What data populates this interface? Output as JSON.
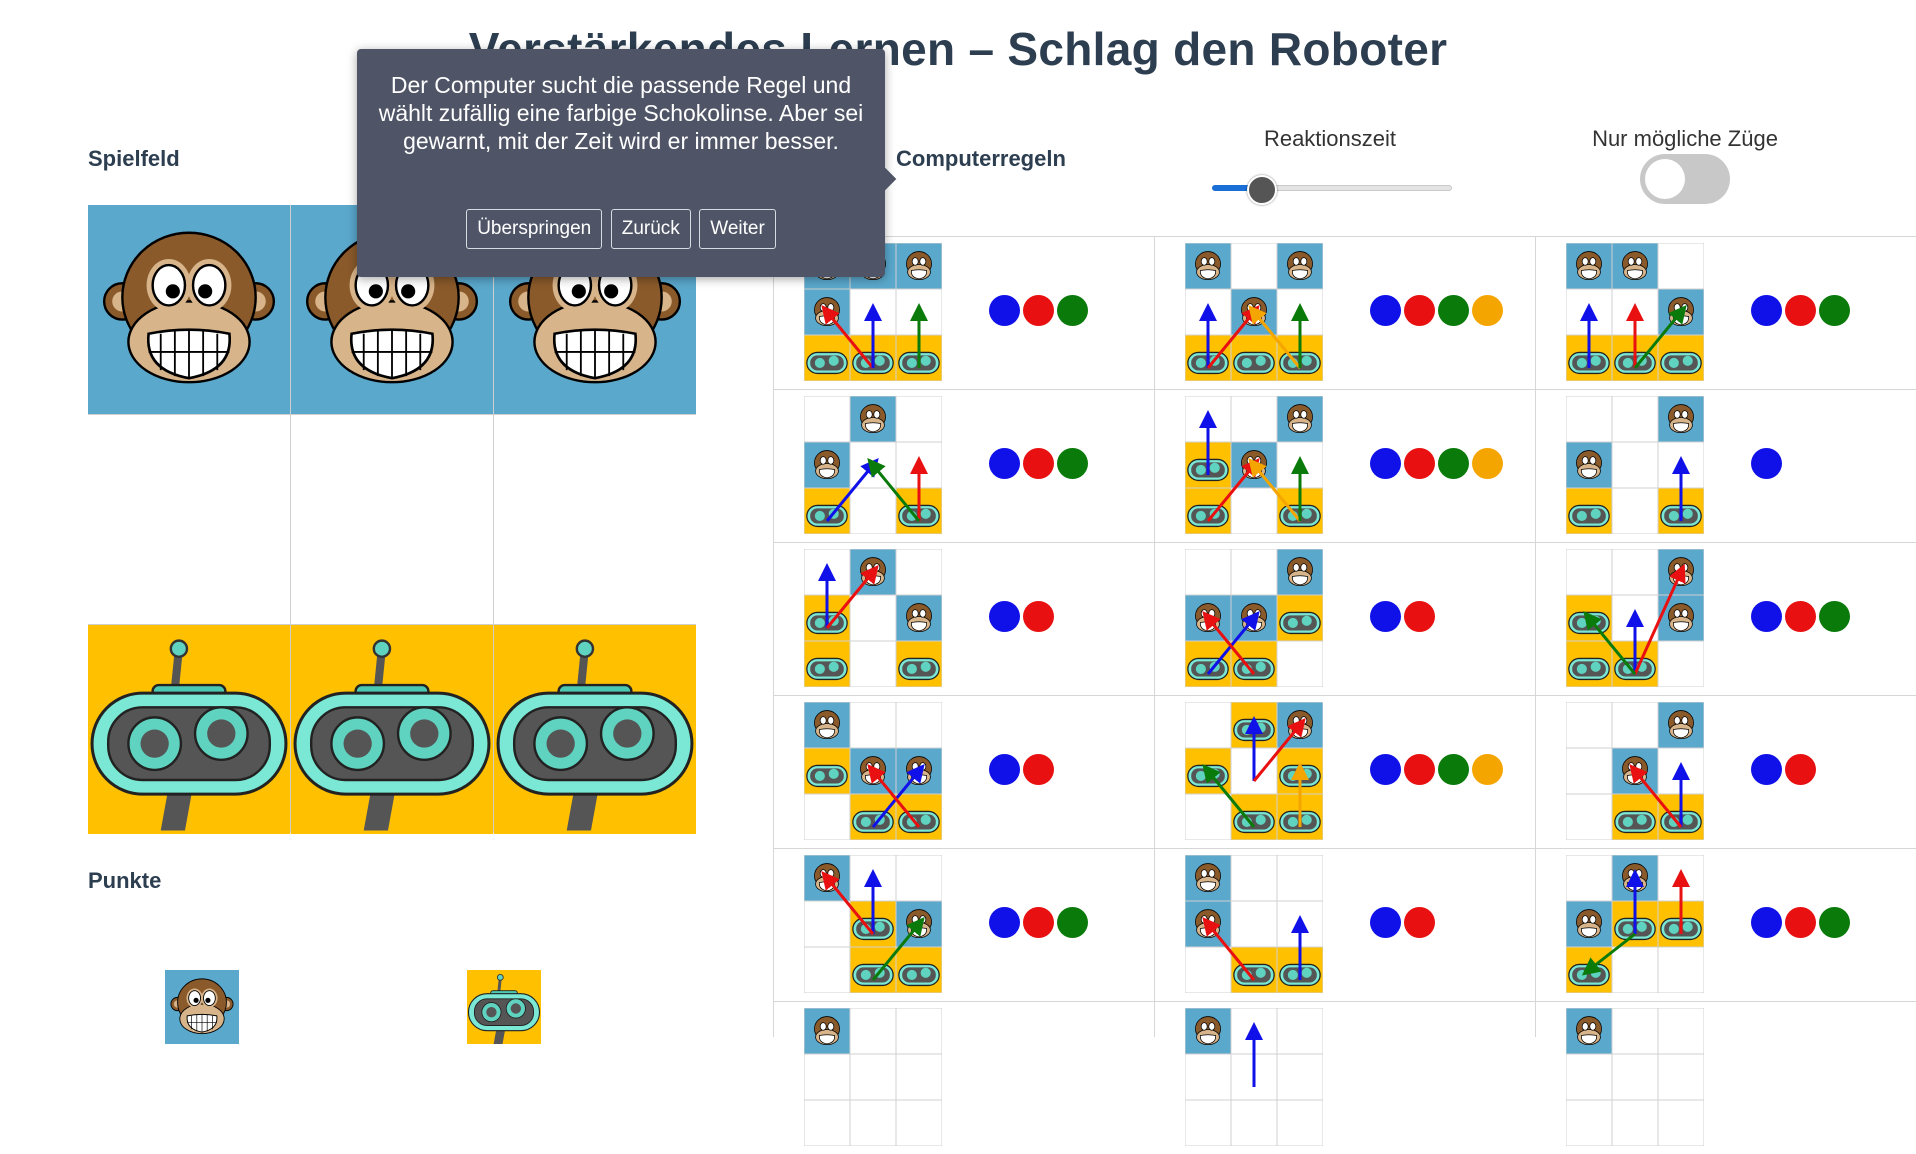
{
  "page": {
    "title": "Verstärkendes Lernen – Schlag den Roboter"
  },
  "sections": {
    "board": "Spielfeld",
    "score": "Punkte",
    "rules": "Computerregeln"
  },
  "controls": {
    "reaction_label": "Reaktionszeit",
    "reaction_value": 0.2,
    "toggle_label": "Nur mögliche Züge",
    "toggle_on": false
  },
  "tour": {
    "text": "Der Computer sucht die passende Regel und wählt zufällig eine farbige Schokolinse. Aber sei gewarnt, mit der Zeit wird er immer besser.",
    "buttons": {
      "skip": "Überspringen",
      "back": "Zurück",
      "next": "Weiter"
    }
  },
  "board": [
    [
      "monkey",
      "monkey",
      "monkey"
    ],
    [
      "empty",
      "empty",
      "empty"
    ],
    [
      "robot",
      "robot",
      "robot"
    ]
  ],
  "colors": {
    "blue": "#1010e8",
    "red": "#e81010",
    "green": "#0a7a0a",
    "orange": "#f5a500",
    "board_blue": "#5aa8cc",
    "board_yellow": "#ffc000"
  },
  "rules": [
    {
      "board": [
        "MMM",
        "M..",
        "RRR"
      ],
      "moves": [
        [
          "2,1",
          "1,0",
          "red"
        ],
        [
          "2,1",
          "1,1",
          "blue"
        ],
        [
          "2,2",
          "1,2",
          "green"
        ]
      ],
      "beads": [
        "blue",
        "red",
        "green"
      ]
    },
    {
      "board": [
        "M.M",
        ".M.",
        "RRR"
      ],
      "moves": [
        [
          "2,0",
          "1,0",
          "blue"
        ],
        [
          "2,0",
          "1,1",
          "red"
        ],
        [
          "2,2",
          "1,1",
          "orange"
        ],
        [
          "2,2",
          "1,2",
          "green"
        ]
      ],
      "beads": [
        "blue",
        "red",
        "green",
        "orange"
      ]
    },
    {
      "board": [
        "MM.",
        "..M",
        "RRR"
      ],
      "moves": [
        [
          "2,0",
          "1,0",
          "blue"
        ],
        [
          "2,1",
          "1,1",
          "red"
        ],
        [
          "2,1",
          "1,2",
          "green"
        ]
      ],
      "beads": [
        "blue",
        "red",
        "green"
      ]
    },
    {
      "board": [
        ".M.",
        "M..",
        "R.R"
      ],
      "moves": [
        [
          "2,0",
          "1,1",
          "blue"
        ],
        [
          "2,2",
          "1,2",
          "red"
        ],
        [
          "2,2",
          "1,1",
          "green"
        ]
      ],
      "beads": [
        "blue",
        "red",
        "green"
      ]
    },
    {
      "board": [
        "..M",
        "RM.",
        "R.R"
      ],
      "moves": [
        [
          "1,0",
          "0,0",
          "blue"
        ],
        [
          "2,0",
          "1,1",
          "red"
        ],
        [
          "2,2",
          "1,1",
          "orange"
        ],
        [
          "2,2",
          "1,2",
          "green"
        ]
      ],
      "beads": [
        "blue",
        "red",
        "green",
        "orange"
      ]
    },
    {
      "board": [
        "..M",
        "M..",
        "R.R"
      ],
      "moves": [
        [
          "2,2",
          "1,2",
          "blue"
        ]
      ],
      "beads": [
        "blue"
      ]
    },
    {
      "board": [
        ".M.",
        "R.M",
        "R.R"
      ],
      "moves": [
        [
          "1,0",
          "0,0",
          "blue"
        ],
        [
          "1,0",
          "0,1",
          "red"
        ]
      ],
      "beads": [
        "blue",
        "red"
      ]
    },
    {
      "board": [
        "..M",
        "MMR",
        "RR."
      ],
      "moves": [
        [
          "2,0",
          "1,1",
          "blue"
        ],
        [
          "2,1",
          "1,0",
          "red"
        ]
      ],
      "beads": [
        "blue",
        "red"
      ]
    },
    {
      "board": [
        "..M",
        "R.M",
        "RR."
      ],
      "moves": [
        [
          "2,1",
          "1,1",
          "blue"
        ],
        [
          "2,1",
          "0,2",
          "red"
        ],
        [
          "2,1",
          "1,0",
          "green"
        ]
      ],
      "beads": [
        "blue",
        "red",
        "green"
      ]
    },
    {
      "board": [
        "M..",
        "RMM",
        ".RR"
      ],
      "moves": [
        [
          "2,1",
          "1,2",
          "blue"
        ],
        [
          "2,2",
          "1,1",
          "red"
        ]
      ],
      "beads": [
        "blue",
        "red"
      ]
    },
    {
      "board": [
        ".RM",
        "R.R",
        ".RR"
      ],
      "moves": [
        [
          "1,1",
          "0,1",
          "blue"
        ],
        [
          "1,1",
          "0,2",
          "red"
        ],
        [
          "2,2",
          "1,2",
          "orange"
        ],
        [
          "2,1",
          "1,0",
          "green"
        ]
      ],
      "beads": [
        "blue",
        "red",
        "green",
        "orange"
      ]
    },
    {
      "board": [
        "..M",
        ".M.",
        ".RR"
      ],
      "moves": [
        [
          "2,2",
          "1,2",
          "blue"
        ],
        [
          "2,2",
          "1,1",
          "red"
        ]
      ],
      "beads": [
        "blue",
        "red"
      ]
    },
    {
      "board": [
        "M..",
        ".RM",
        ".RR"
      ],
      "moves": [
        [
          "1,1",
          "0,1",
          "blue"
        ],
        [
          "1,1",
          "0,0",
          "red"
        ],
        [
          "2,1",
          "1,2",
          "green"
        ]
      ],
      "beads": [
        "blue",
        "red",
        "green"
      ]
    },
    {
      "board": [
        "M..",
        "M..",
        ".RR"
      ],
      "moves": [
        [
          "2,2",
          "1,2",
          "blue"
        ],
        [
          "2,1",
          "1,0",
          "red"
        ]
      ],
      "beads": [
        "blue",
        "red"
      ]
    },
    {
      "board": [
        ".M.",
        "MRR",
        "R.."
      ],
      "moves": [
        [
          "1,1",
          "0,1",
          "blue"
        ],
        [
          "1,2",
          "0,2",
          "red"
        ],
        [
          "1,1",
          "2,0",
          "green"
        ]
      ],
      "beads": [
        "blue",
        "red",
        "green"
      ]
    },
    {
      "board": [
        "M..",
        "...",
        "..."
      ],
      "moves": [],
      "beads": []
    },
    {
      "board": [
        "M..",
        "...",
        "..."
      ],
      "moves": [
        [
          "1,1",
          "0,1",
          "blue"
        ]
      ],
      "beads": []
    },
    {
      "board": [
        "M..",
        "...",
        "..."
      ],
      "moves": [],
      "beads": []
    }
  ]
}
